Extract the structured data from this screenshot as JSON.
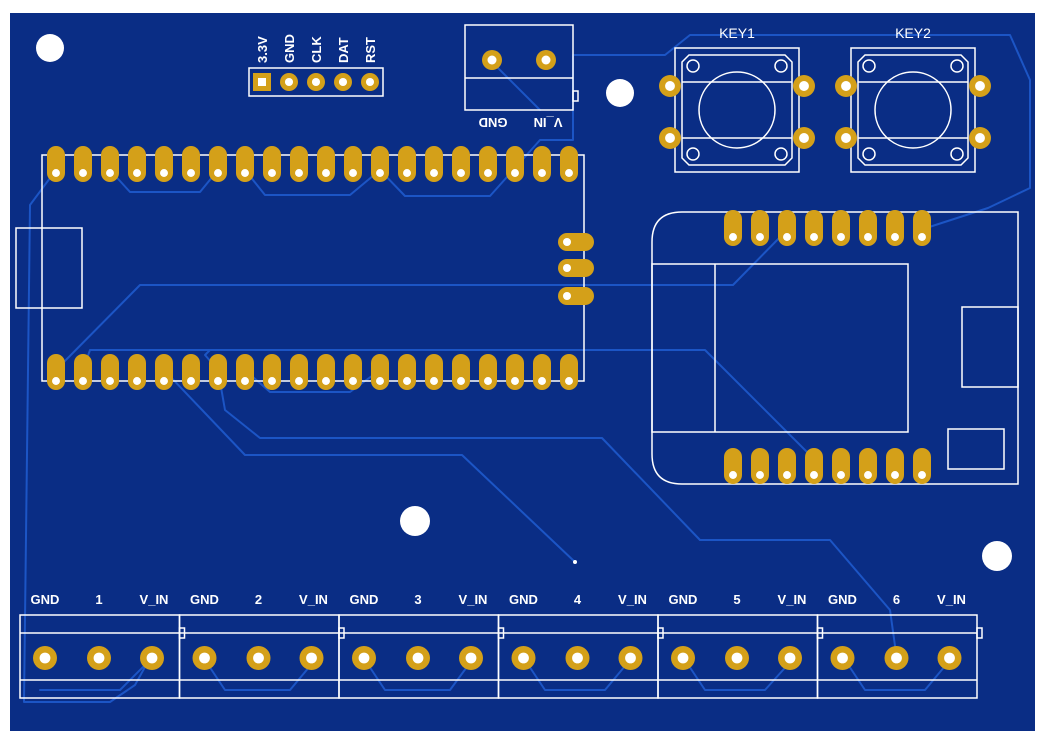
{
  "header_labels": [
    "3.3V",
    "GND",
    "CLK",
    "DAT",
    "RST"
  ],
  "power_terminal": {
    "gnd_label": "GND",
    "vin_label": "V_IN"
  },
  "keys": [
    "KEY1",
    "KEY2"
  ],
  "connectors": [
    {
      "gnd": "GND",
      "num": "1",
      "vin": "V_IN"
    },
    {
      "gnd": "GND",
      "num": "2",
      "vin": "V_IN"
    },
    {
      "gnd": "GND",
      "num": "3",
      "vin": "V_IN"
    },
    {
      "gnd": "GND",
      "num": "4",
      "vin": "V_IN"
    },
    {
      "gnd": "GND",
      "num": "5",
      "vin": "V_IN"
    },
    {
      "gnd": "GND",
      "num": "6",
      "vin": "V_IN"
    }
  ],
  "colors": {
    "board": "#0a2d85",
    "trace": "#1c55c5",
    "pad": "#d4a019",
    "silk": "#ffffff"
  }
}
